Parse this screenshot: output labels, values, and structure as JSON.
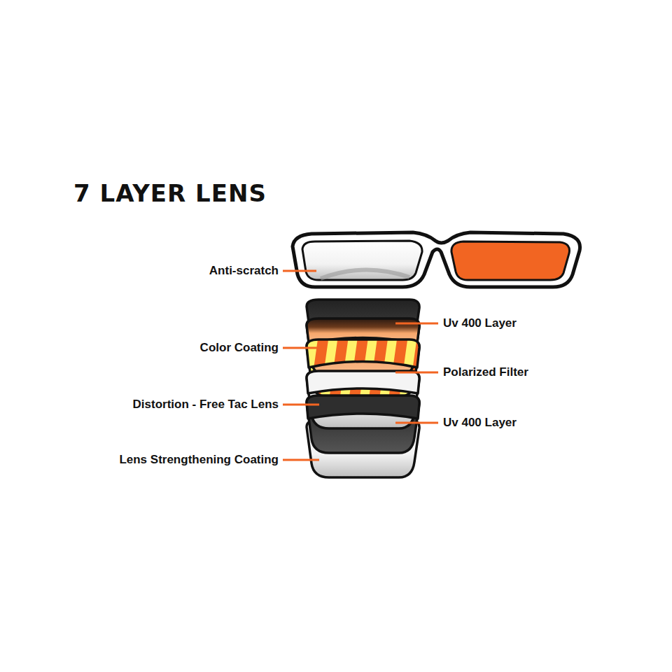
{
  "diagram": {
    "title": "7 LAYER LENS",
    "labels": [
      "Anti-scratch",
      "Uv 400 Layer",
      "Color Coating",
      "Polarized Filter",
      "Distortion - Free Tac Lens",
      "Uv 400 Layer",
      "Lens Strengthening Coating"
    ]
  }
}
